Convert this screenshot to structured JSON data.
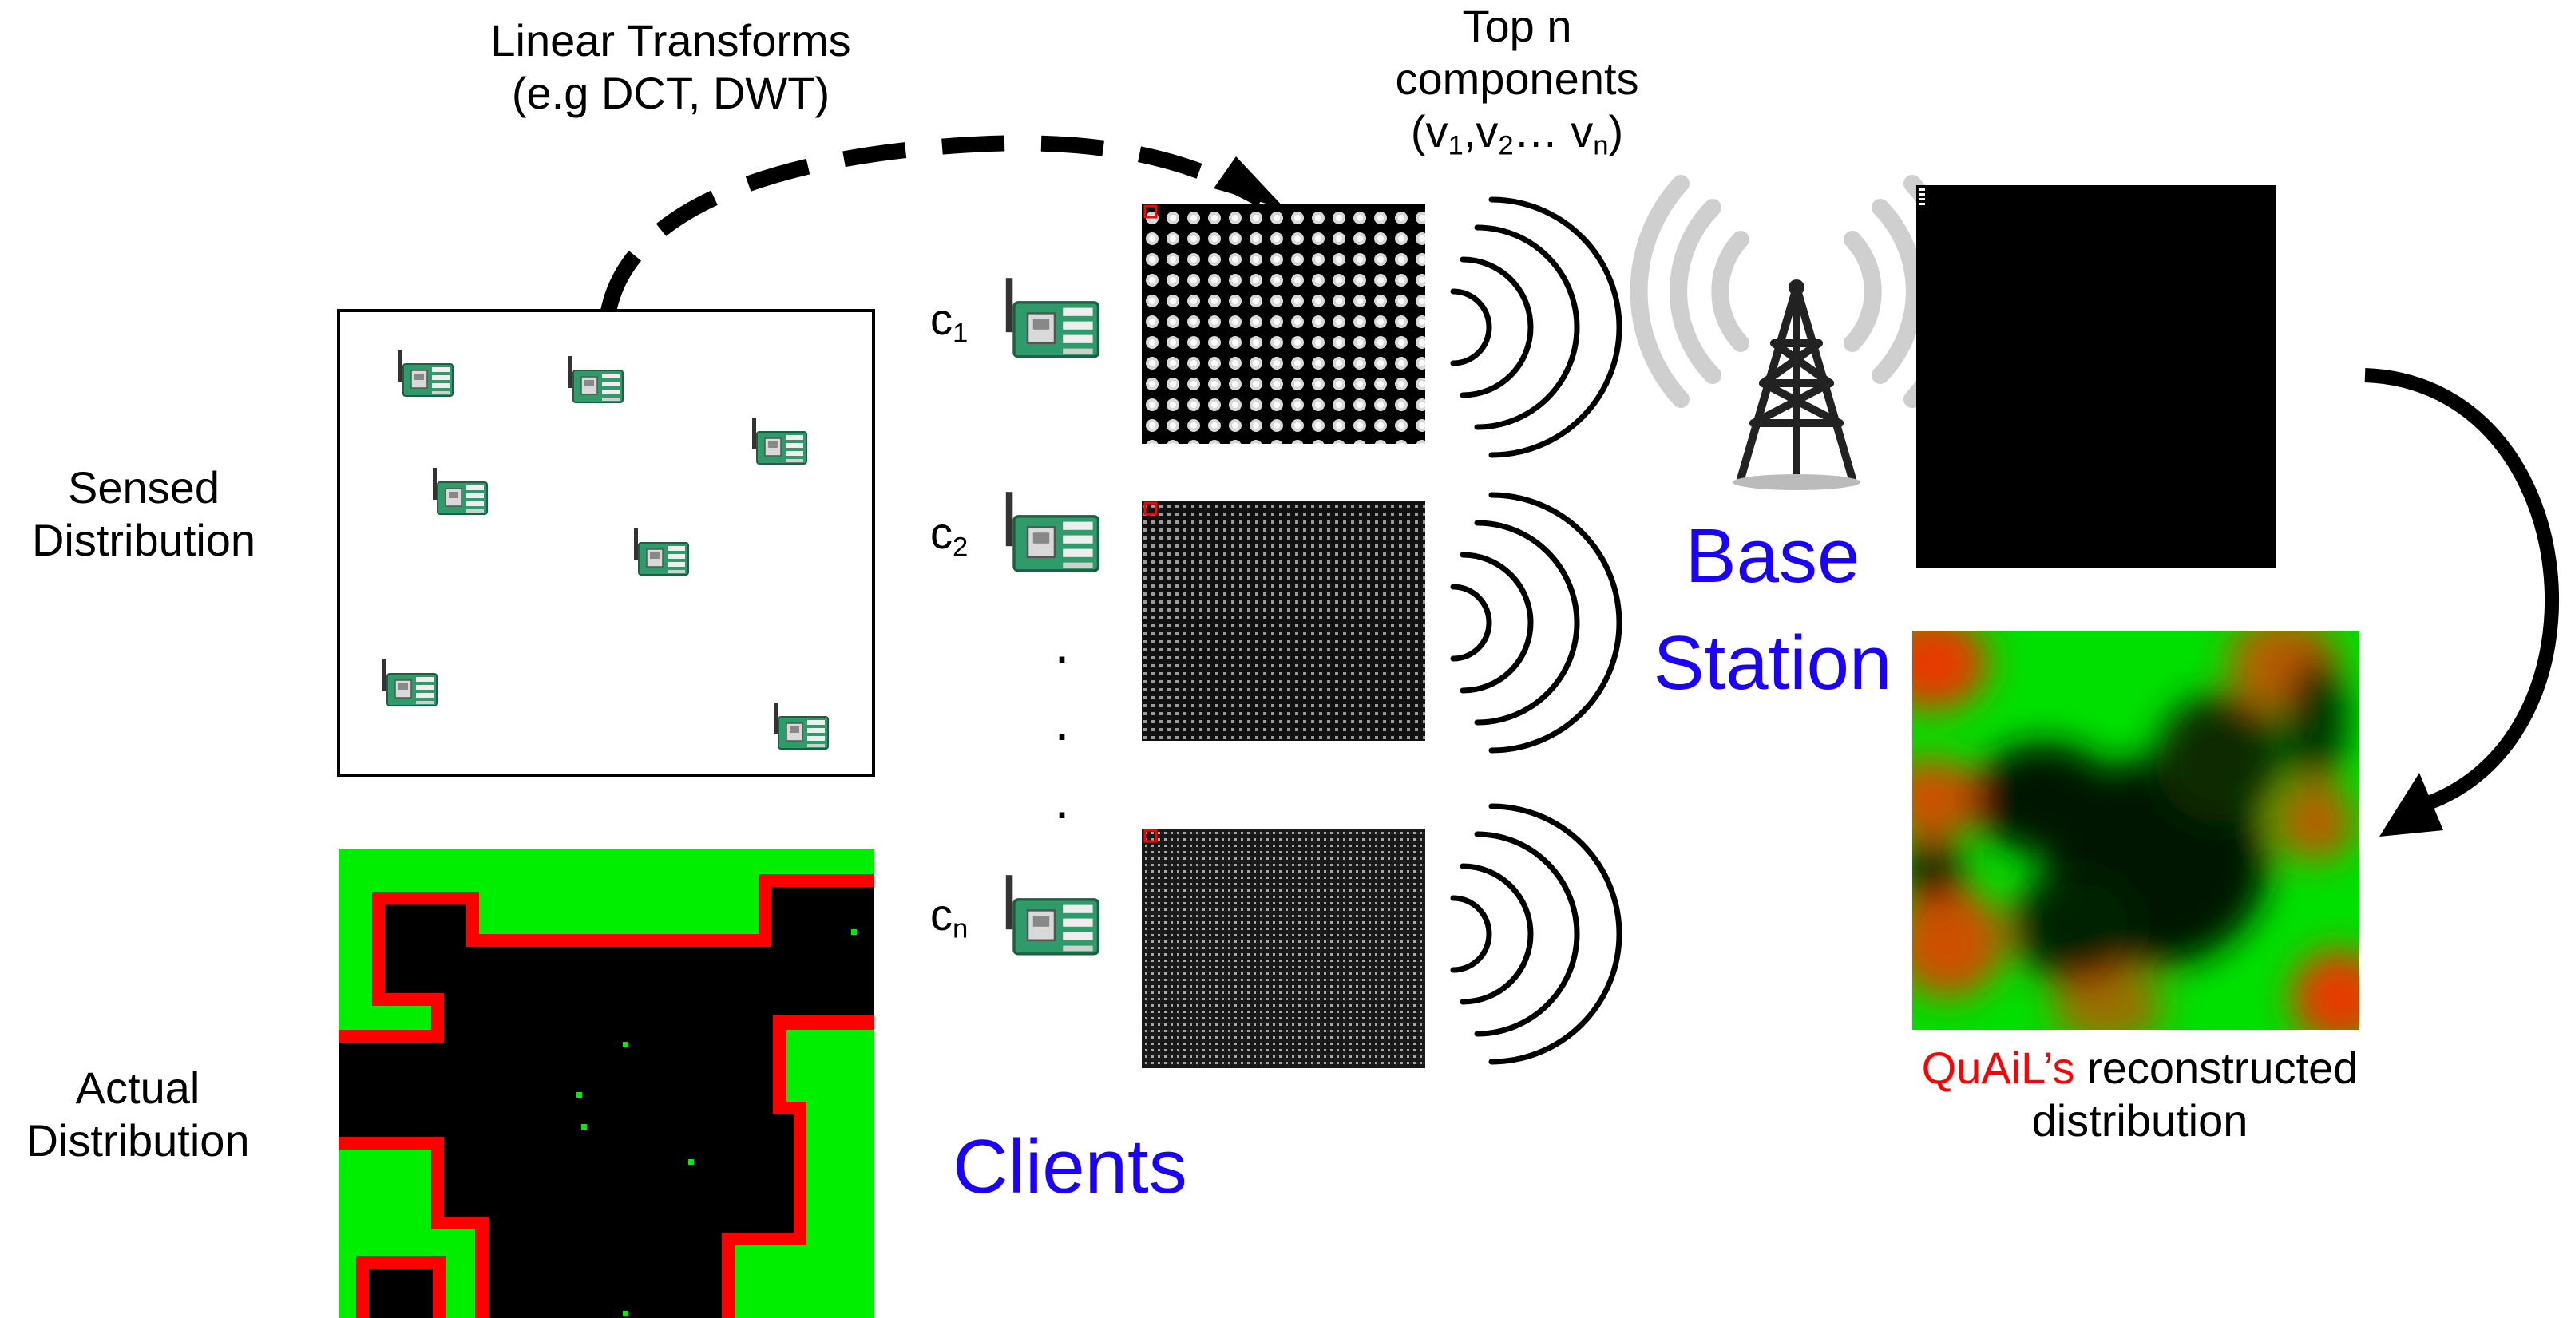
{
  "labels": {
    "transforms_line1": "Linear Transforms",
    "transforms_line2": "(e.g DCT, DWT)",
    "topn_line1": "Top n",
    "topn_line2": "components",
    "topn_v": "v",
    "topn_sub1": "1",
    "topn_sep1": ",v",
    "topn_sub2": "2",
    "topn_sep2": "… v",
    "topn_subn": "n",
    "sensed_line1": "Sensed",
    "sensed_line2": "Distribution",
    "actual_line1": "Actual",
    "actual_line2": "Distribution",
    "clients": "Clients",
    "base_line1": "Base",
    "base_line2": "Station",
    "recon_prefix": "QuAiL’s",
    "recon_rest": " reconstructed",
    "recon_line2": "distribution",
    "ellipsis_dots": [
      "·",
      "·",
      "·"
    ]
  },
  "clients": [
    {
      "letter": "c",
      "sub": "1"
    },
    {
      "letter": "c",
      "sub": "2"
    },
    {
      "letter": "c",
      "sub": "n"
    }
  ],
  "colors": {
    "label_blue": "#1a00ff",
    "accent_red": "#ff0000",
    "map_green": "#00ee00",
    "map_black": "#000000",
    "board_green": "#2e8b57",
    "tower_gray": "#cccccc"
  },
  "icons": [
    "sensor-board-icon",
    "radio-wave-icon",
    "antenna-tower-icon",
    "curved-arrow-icon"
  ]
}
